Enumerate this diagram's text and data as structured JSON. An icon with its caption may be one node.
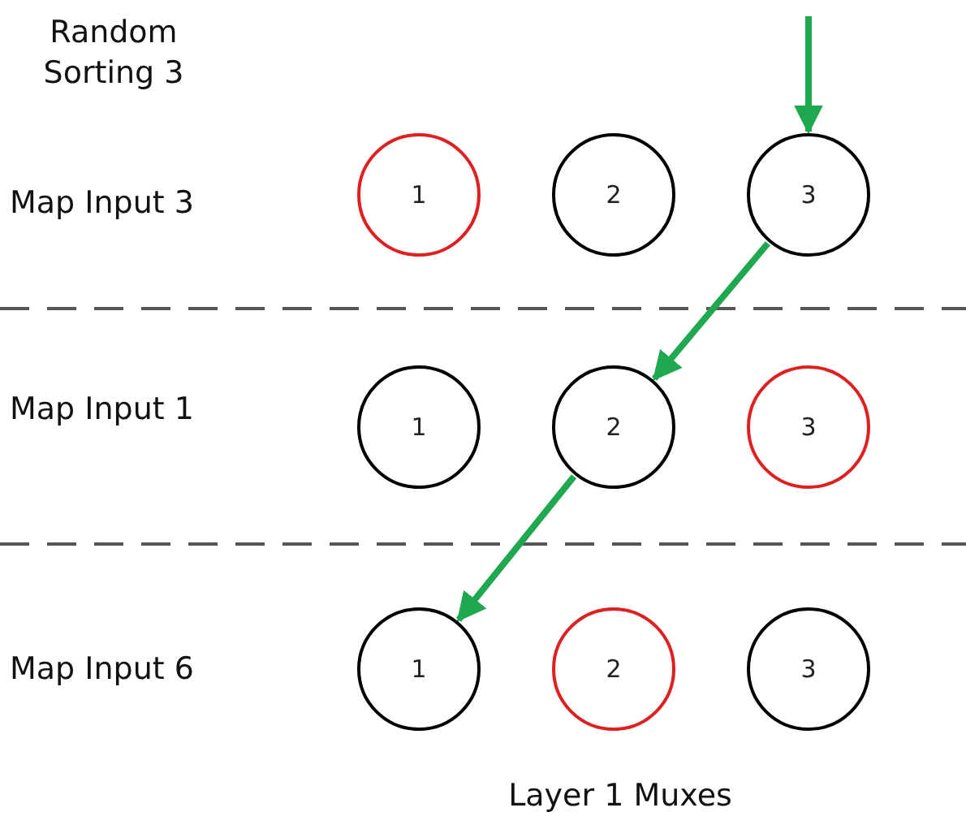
{
  "diagram": {
    "title": "Random Sorting 3",
    "nodes": [
      {
        "text": [
          "1"
        ]
      },
      {
        "text": [
          "2"
        ]
      },
      {
        "text": [
          "3"
        ]
      },
      {
        "text": [
          "1"
        ]
      },
      {
        "text": [
          "2"
        ]
      },
      {
        "text": [
          "3"
        ]
      },
      {
        "text": [
          "1"
        ]
      },
      {
        "text": [
          "2"
        ]
      },
      {
        "text": [
          "3"
        ]
      }
    ],
    "edges": [
      {
        "from": null,
        "to": 2,
        "arrow": "to"
      },
      {
        "from": 2,
        "to": 4,
        "arrow": "to"
      },
      {
        "from": 4,
        "to": 6,
        "arrow": "to"
      }
    ],
    "labels": [
      "Map Input 3",
      "Map Input 1",
      "Map Input 6",
      "Layer 1 Muxes"
    ]
  }
}
